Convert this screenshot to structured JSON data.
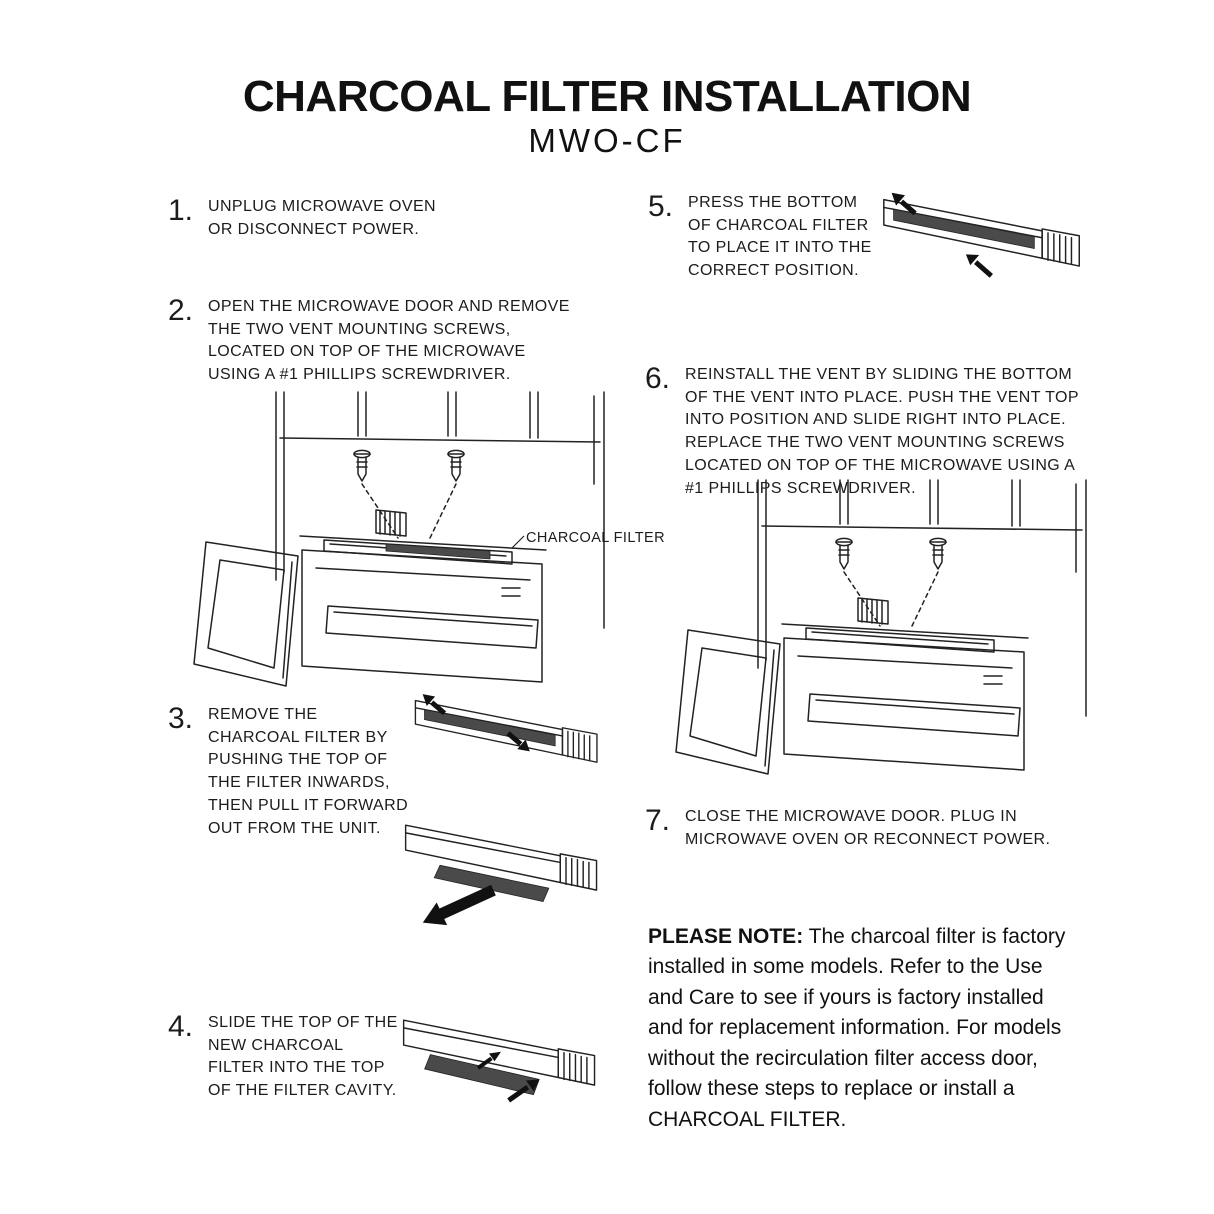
{
  "document": {
    "title": "CHARCOAL FILTER INSTALLATION",
    "subtitle": "MWO-CF"
  },
  "steps": [
    {
      "num": "1.",
      "text": "UNPLUG MICROWAVE OVEN OR DISCONNECT POWER."
    },
    {
      "num": "2.",
      "text": "OPEN THE MICROWAVE DOOR AND REMOVE THE TWO VENT MOUNTING SCREWS, LOCATED ON TOP OF THE MICROWAVE USING A #1 PHILLIPS SCREWDRIVER."
    },
    {
      "num": "3.",
      "text": "REMOVE THE CHARCOAL FILTER BY PUSHING THE TOP OF THE FILTER INWARDS, THEN PULL IT FORWARD OUT FROM THE UNIT."
    },
    {
      "num": "4.",
      "text": "SLIDE THE TOP OF THE NEW CHARCOAL FILTER INTO THE TOP OF THE FILTER CAVITY."
    },
    {
      "num": "5.",
      "text": "PRESS THE BOTTOM OF CHARCOAL FILTER TO PLACE IT INTO THE CORRECT POSITION."
    },
    {
      "num": "6.",
      "text": "REINSTALL THE VENT BY SLIDING THE BOTTOM OF THE VENT INTO PLACE. PUSH THE VENT TOP INTO POSITION AND SLIDE RIGHT INTO PLACE. REPLACE THE TWO VENT MOUNTING SCREWS LOCATED ON TOP OF THE MICROWAVE USING A #1 PHILLIPS SCREWDRIVER."
    },
    {
      "num": "7.",
      "text": "CLOSE THE MICROWAVE DOOR.  PLUG IN MICROWAVE OVEN OR RECONNECT POWER."
    }
  ],
  "labels": {
    "charcoal_filter": "CHARCOAL FILTER"
  },
  "note": {
    "heading": "PLEASE NOTE:",
    "body": " The charcoal filter is factory installed in some models. Refer to the Use and Care to see if yours is factory installed and for replacement information. For models without the recirculation filter access door, follow these steps to replace or install a CHARCOAL FILTER."
  },
  "colors": {
    "ink": "#1c1c1c",
    "filter_gray": "#4a4a4a"
  }
}
